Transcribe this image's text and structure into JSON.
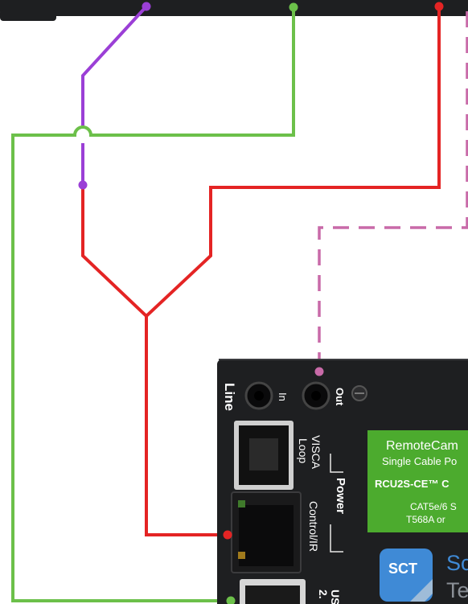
{
  "colors": {
    "purple": "#9b3fd6",
    "green": "#6cc04a",
    "red": "#e42424",
    "pink_dashed": "#c86aa8",
    "device_body": "#1e1f21",
    "label_panel": "#4cab2e",
    "logo_blue": "#3f8ad6"
  },
  "device": {
    "line_label": "Line",
    "in_label": "In",
    "out_label": "Out",
    "visca_label_1": "VISCA",
    "visca_label_2": "Loop",
    "power_label": "Power",
    "control_label": "Control/IR",
    "usb_label_1": "US",
    "usb_label_2": "2."
  },
  "label_panel": {
    "line1": "RemoteCam",
    "line2": "Single Cable Po",
    "line3": "RCU2S-CE™ C",
    "line4": "CAT5e/6 S",
    "line5": "T568A or"
  },
  "logo": {
    "badge": "SCT",
    "text1": "Sc",
    "text2": "Te"
  }
}
